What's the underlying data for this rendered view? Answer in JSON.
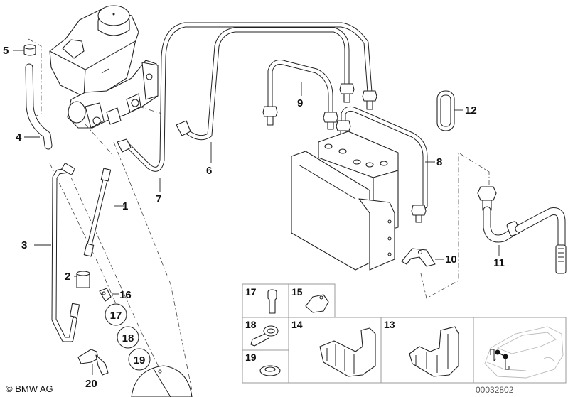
{
  "diagram": {
    "type": "parts-exploded-view",
    "subject": "Brake pipe / ABS hydraulic unit assembly",
    "callouts": [
      {
        "id": "1",
        "label": "1"
      },
      {
        "id": "2",
        "label": "2"
      },
      {
        "id": "3",
        "label": "3"
      },
      {
        "id": "4",
        "label": "4"
      },
      {
        "id": "5",
        "label": "5"
      },
      {
        "id": "6",
        "label": "6"
      },
      {
        "id": "7",
        "label": "7"
      },
      {
        "id": "8",
        "label": "8"
      },
      {
        "id": "9",
        "label": "9"
      },
      {
        "id": "10",
        "label": "10"
      },
      {
        "id": "11",
        "label": "11"
      },
      {
        "id": "12",
        "label": "12"
      },
      {
        "id": "16",
        "label": "16"
      },
      {
        "id": "20",
        "label": "20"
      }
    ],
    "circled_callouts": [
      "17",
      "18",
      "19"
    ],
    "detail_boxes": [
      {
        "id": "17",
        "label": "17",
        "part": "sleeve"
      },
      {
        "id": "15",
        "label": "15",
        "part": "clip"
      },
      {
        "id": "18",
        "label": "18",
        "part": "banjo-fitting"
      },
      {
        "id": "19",
        "label": "19",
        "part": "sealing-ring"
      },
      {
        "id": "14",
        "label": "14",
        "part": "pipe-holder"
      },
      {
        "id": "13",
        "label": "13",
        "part": "pipe-holder"
      }
    ],
    "locator": {
      "part": "vehicle-location-view"
    },
    "copyright": "© BMW AG",
    "drawing_number": "00032802"
  }
}
